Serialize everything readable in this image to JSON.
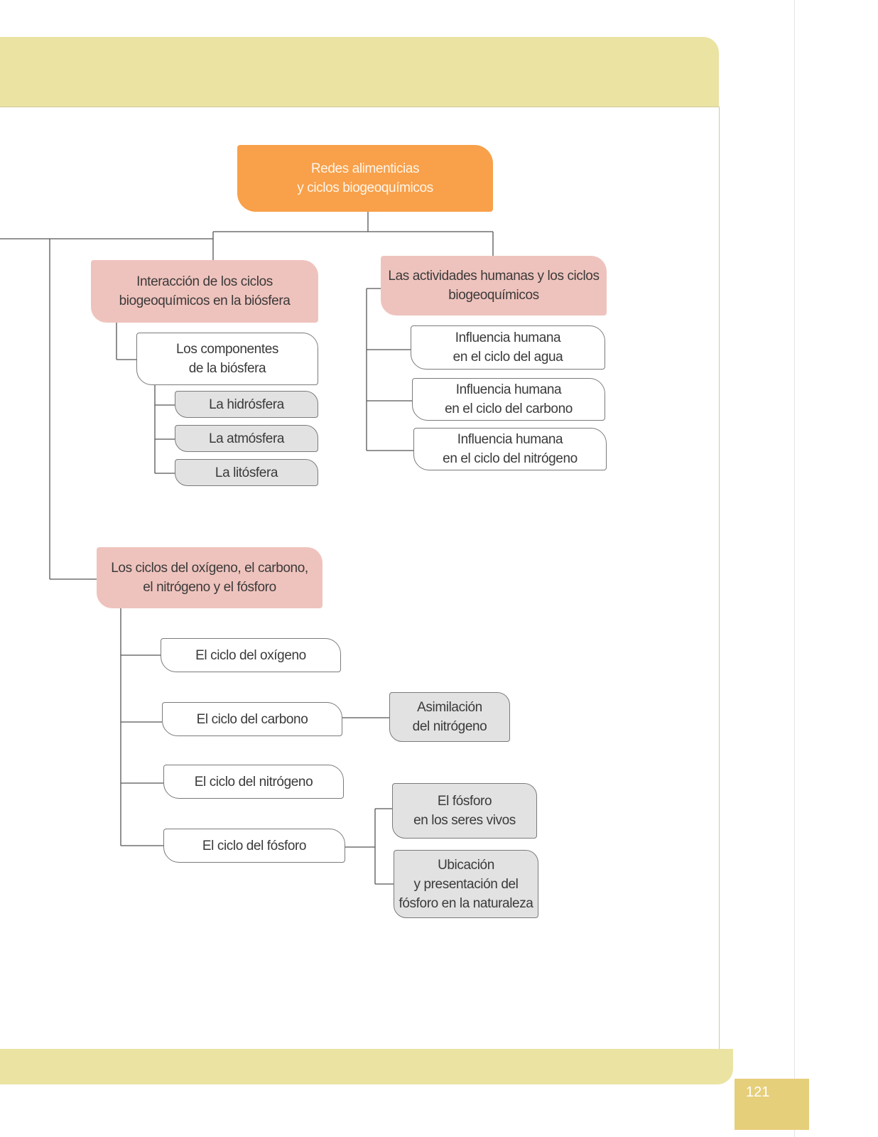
{
  "page": {
    "number": "121"
  },
  "diagram": {
    "root": "Redes alimenticias\ny ciclos biogeoquímicos",
    "branch_interaction": {
      "title": "Interacción de los ciclos\nbiogeoquímicos en la biósfera",
      "components": "Los componentes\nde la biósfera",
      "items": [
        "La hidrósfera",
        "La atmósfera",
        "La litósfera"
      ]
    },
    "branch_human": {
      "title": "Las actividades humanas y los ciclos\nbiogeoquímicos",
      "items": [
        "Influencia humana\nen el ciclo del agua",
        "Influencia humana\nen el ciclo del carbono",
        "Influencia humana\nen el ciclo del nitrógeno"
      ]
    },
    "branch_cycles": {
      "title": "Los ciclos del oxígeno, el carbono,\nel nitrógeno y el fósforo",
      "items": [
        "El ciclo del oxígeno",
        "El ciclo del carbono",
        "El ciclo del nitrógeno",
        "El ciclo del fósforo"
      ],
      "carbon_sub": "Asimilación\ndel nitrógeno",
      "phosphorus_subs": [
        "El fósforo\nen los seres vivos",
        "Ubicación\ny presentación del\nfósforo en la naturaleza"
      ]
    }
  },
  "colors": {
    "root": "#f8a04a",
    "branch": "#efc3bd",
    "leaf_gray": "#e2e2e2",
    "band": "#ebe3a2",
    "page_number_box": "#e6cf7b"
  }
}
